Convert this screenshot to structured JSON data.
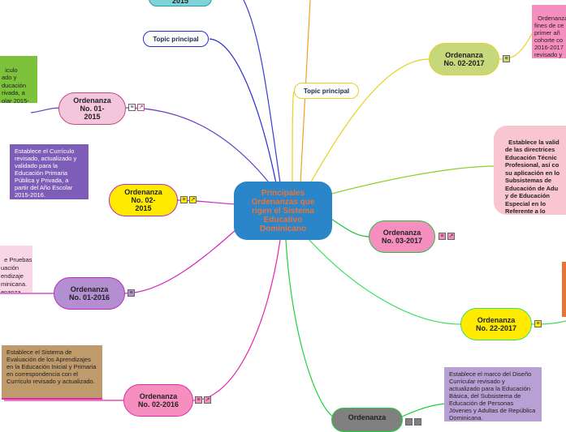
{
  "central": {
    "title": "Principales Ordenanzas que rigen el Sistema Educativo Dominicano"
  },
  "top_partial": {
    "label": "2015"
  },
  "topics": {
    "left_topic": "Topic principal",
    "right_topic": "Topic principal"
  },
  "nodes": {
    "ord_01_2015": "Ordenanza No. 01-2015",
    "ord_02_2015": "Ordenanza No. 02-2015",
    "ord_01_2016": "Ordenanza No. 01-2016",
    "ord_02_2016": "Ordenanza No. 02-2016",
    "ord_02_2017": "Ordenanza No. 02-2017",
    "ord_03_2017": "Ordenanza No. 03-2017",
    "ord_22_2017": "Ordenanza No. 22-2017",
    "ord_bottom": "Ordenanza"
  },
  "notes": {
    "green_left": "iculo\nado y\nducación\nrivada, a\nolar 2015-",
    "purple_02_2015": "Establece el Currículo revisado, actualizado y validado para la Educación Primaria Pública y Privada, a partir del Año Escolar 2015-2016.",
    "pink_01_2016": "e Pruebas\nuación\nendizaje\nminicana.\nenanza",
    "brown_02_2016": "Establece el Sistema de Evaluación de los Aprendizajes en la Educación Inicial y Primaria en correspondencia con el Currículo revisado y actualizado.",
    "pink_02_2017": "Ordenanza\nfines de ce\nprimer añ\ncohorte co\n2016-2017\nrevisado y\nModalidad",
    "peach_right": "Establece la valid\nde las directrices\nEducación Técnic\nProfesional, así co\nsu aplicación en lo\nSubsistemas de\nEducación de Adu\ny de Educación\nEspecial en lo\nReferente a lo\nvocacional labora",
    "lilac_bottom": "Establece el marco del Diseño Curricular revisado y actualizado para la Educación Básica, del Subsistema de Educación de Personas Jóvenes y Adultas de República Dominicana."
  },
  "colors": {
    "central": "#2a85c9",
    "central_text": "#e8743b"
  }
}
